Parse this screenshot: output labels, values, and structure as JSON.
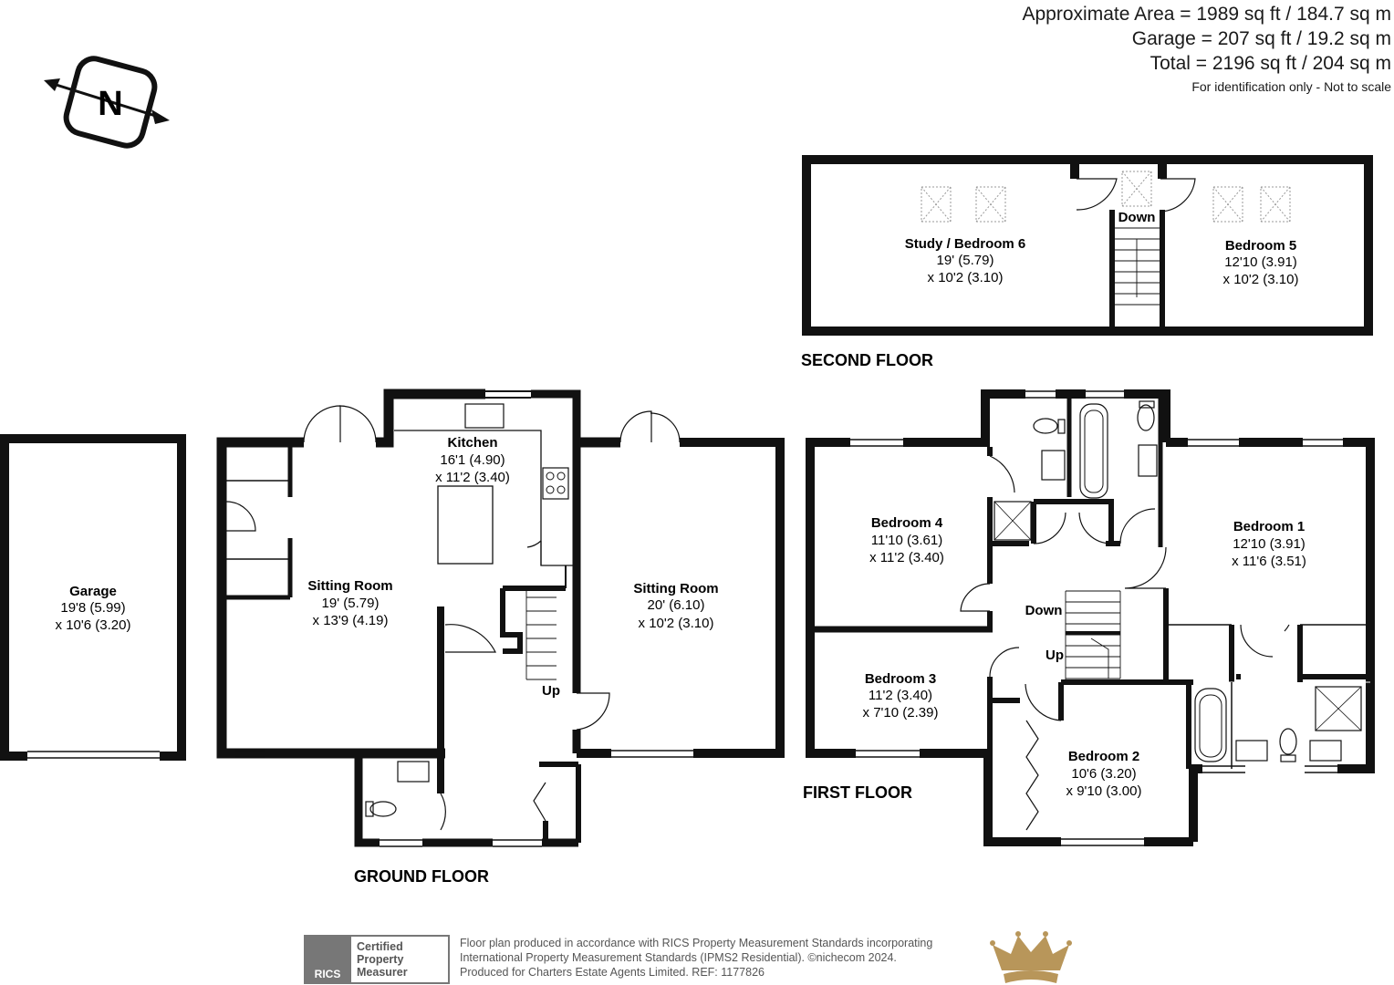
{
  "areas": {
    "approx": "Approximate Area = 1989 sq ft / 184.7 sq m",
    "garage": "Garage = 207 sq ft / 19.2 sq m",
    "total": "Total = 2196 sq ft / 204 sq m",
    "note": "For identification only - Not to scale"
  },
  "compass": {
    "label": "N"
  },
  "floors": {
    "second": "SECOND FLOOR",
    "first": "FIRST FLOOR",
    "ground": "GROUND FLOOR"
  },
  "rooms": {
    "study": {
      "name": "Study / Bedroom 6",
      "dim1": "19' (5.79)",
      "dim2": "x 10'2 (3.10)"
    },
    "bed5": {
      "name": "Bedroom 5",
      "dim1": "12'10 (3.91)",
      "dim2": "x 10'2 (3.10)"
    },
    "bed4": {
      "name": "Bedroom 4",
      "dim1": "11'10 (3.61)",
      "dim2": "x 11'2 (3.40)"
    },
    "bed3": {
      "name": "Bedroom 3",
      "dim1": "11'2 (3.40)",
      "dim2": "x 7'10 (2.39)"
    },
    "bed2": {
      "name": "Bedroom 2",
      "dim1": "10'6 (3.20)",
      "dim2": "x 9'10 (3.00)"
    },
    "bed1": {
      "name": "Bedroom 1",
      "dim1": "12'10 (3.91)",
      "dim2": "x 11'6 (3.51)"
    },
    "garage": {
      "name": "Garage",
      "dim1": "19'8 (5.99)",
      "dim2": "x 10'6 (3.20)"
    },
    "kitchen": {
      "name": "Kitchen",
      "dim1": "16'1 (4.90)",
      "dim2": "x 11'2 (3.40)"
    },
    "sitting1": {
      "name": "Sitting Room",
      "dim1": "19' (5.79)",
      "dim2": "x 13'9 (4.19)"
    },
    "sitting2": {
      "name": "Sitting Room",
      "dim1": "20' (6.10)",
      "dim2": "x 10'2 (3.10)"
    }
  },
  "stairs": {
    "second_down": "Down",
    "first_down": "Down",
    "first_up": "Up",
    "ground_up": "Up"
  },
  "footer": {
    "rics_badge": "RICS",
    "rics_line1": "Certified",
    "rics_line2": "Property",
    "rics_line3": "Measurer",
    "line1": "Floor plan produced in accordance with RICS Property Measurement Standards incorporating",
    "line2": "International Property Measurement Standards (IPMS2 Residential).  ©nichecom 2024.",
    "line3": "Produced for Charters Estate Agents Limited.   REF:  1177826"
  },
  "colors": {
    "wall": "#111111",
    "crown": "#b8965a",
    "badge": "#777777"
  }
}
